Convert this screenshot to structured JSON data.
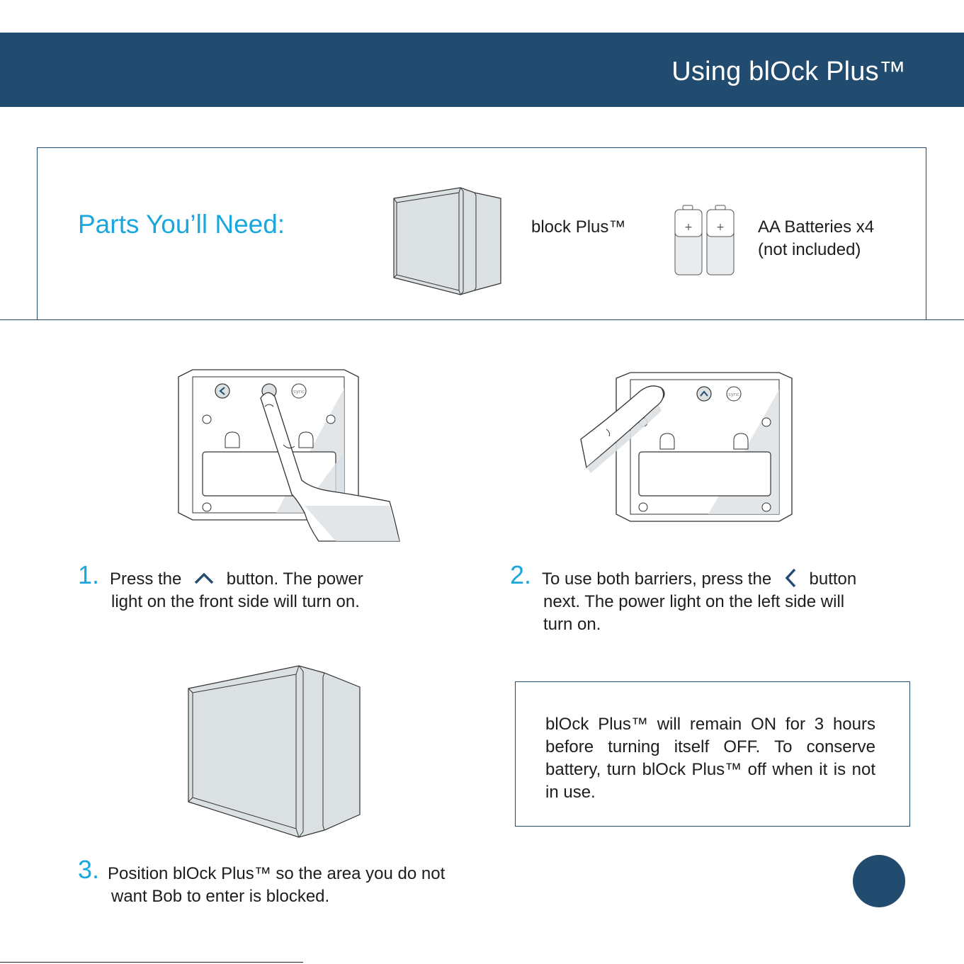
{
  "header": {
    "title": "Using blOck Plus™"
  },
  "parts": {
    "title": "Parts You’ll Need:",
    "items": [
      {
        "label": "block Plus™"
      },
      {
        "label_line1": "AA Batteries x4",
        "label_line2": "(not included)"
      }
    ]
  },
  "steps": [
    {
      "number": "1.",
      "text_before_icon": "Press the",
      "icon": "chevron-up-icon",
      "text_after_icon": "button. The power",
      "line2": "light on the front side will turn on."
    },
    {
      "number": "2.",
      "text_before_icon": "To use both barriers, press the",
      "icon": "chevron-left-icon",
      "text_after_icon": "button",
      "line2": "next. The power light on the left side will",
      "line3": "turn on."
    },
    {
      "number": "3.",
      "line1": "Position blOck Plus™ so the area you do not",
      "line2": "want Bob to enter is blocked."
    }
  ],
  "device_labels": {
    "sync": "sync"
  },
  "note": {
    "text": "blOck Plus™ will remain ON for 3 hours before turning itself OFF. To conserve battery, turn blOck Plus™ off when it is not in use."
  },
  "colors": {
    "brand_navy": "#214b6f",
    "accent_cyan": "#1aa7dd",
    "device_fill": "#dbe0e3"
  }
}
